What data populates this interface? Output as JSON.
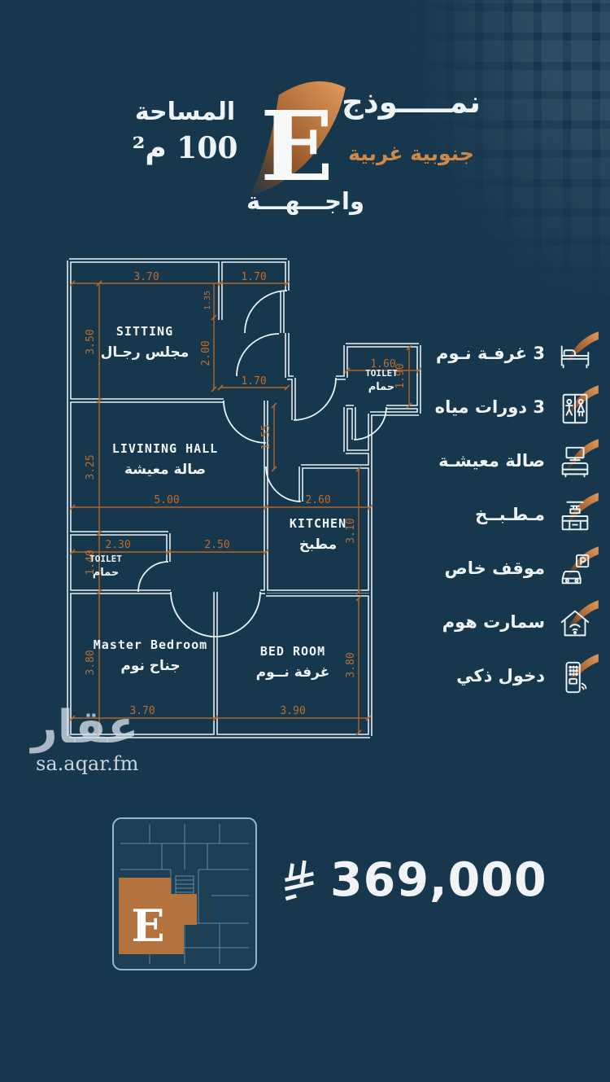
{
  "header": {
    "model_label": "نمـــــوذج",
    "model_letter": "E",
    "orientation": "جنوبية غربية",
    "area_label": "المساحة",
    "area_value": "100 م²",
    "facade_label": "واجـــهـــة"
  },
  "floorplan": {
    "rooms": {
      "sitting": {
        "en": "SITTING",
        "ar": "مجلس رجـال"
      },
      "toilet1": {
        "en": "TOILET",
        "ar": "حمام"
      },
      "living": {
        "en": "LIVINING HALL",
        "ar": "صالة معيشة"
      },
      "kitchen": {
        "en": "KITCHEN",
        "ar": "مطبخ"
      },
      "toilet2": {
        "en": "TOILET",
        "ar": "حمام"
      },
      "master": {
        "en": "Master Bedroom",
        "ar": "جناح نوم"
      },
      "bedroom": {
        "en": "BED ROOM",
        "ar": "غرفة نــوم"
      }
    },
    "dims": {
      "sitting_w": "3.70",
      "entry_w": "1.70",
      "sitting_h": "3.50",
      "duct_h": "1.35",
      "corridor_h": "2.00",
      "corridor_w": "1.70",
      "toilet1_w": "1.60",
      "toilet1_h": "1.90",
      "living_h": "3.25",
      "hall_h": "1.55",
      "living_w": "5.00",
      "kitchen_w": "2.60",
      "kitchen_h": "3.10",
      "toilet2_w": "2.30",
      "passage_w": "2.50",
      "toilet2_h": "1.40",
      "master_h": "3.80",
      "bedroom_h": "3.80",
      "master_w": "3.70",
      "bedroom_w": "3.90"
    }
  },
  "features": [
    {
      "label": "3 غرفـة نـوم",
      "icon": "bed-icon"
    },
    {
      "label": "3 دورات مياه",
      "icon": "wc-icon"
    },
    {
      "label": "صالة معيشـة",
      "icon": "living-room-icon"
    },
    {
      "label": "مـطـبــخ",
      "icon": "kitchen-icon"
    },
    {
      "label": "موقف خاص",
      "icon": "parking-icon"
    },
    {
      "label": "سمارت هوم",
      "icon": "smart-home-icon"
    },
    {
      "label": "دخول ذكي",
      "icon": "smart-entry-icon"
    }
  ],
  "watermark": {
    "logo": "عقار",
    "site": "sa.aqar.fm"
  },
  "footer": {
    "price": "369,000",
    "unit_letter": "E"
  },
  "colors": {
    "background": "#17374d",
    "accent_orange": "#c97c3e",
    "dimension_orange": "#b2662a",
    "wall_white": "#e9f2f7",
    "thumbnail_orange": "#c0763c"
  }
}
